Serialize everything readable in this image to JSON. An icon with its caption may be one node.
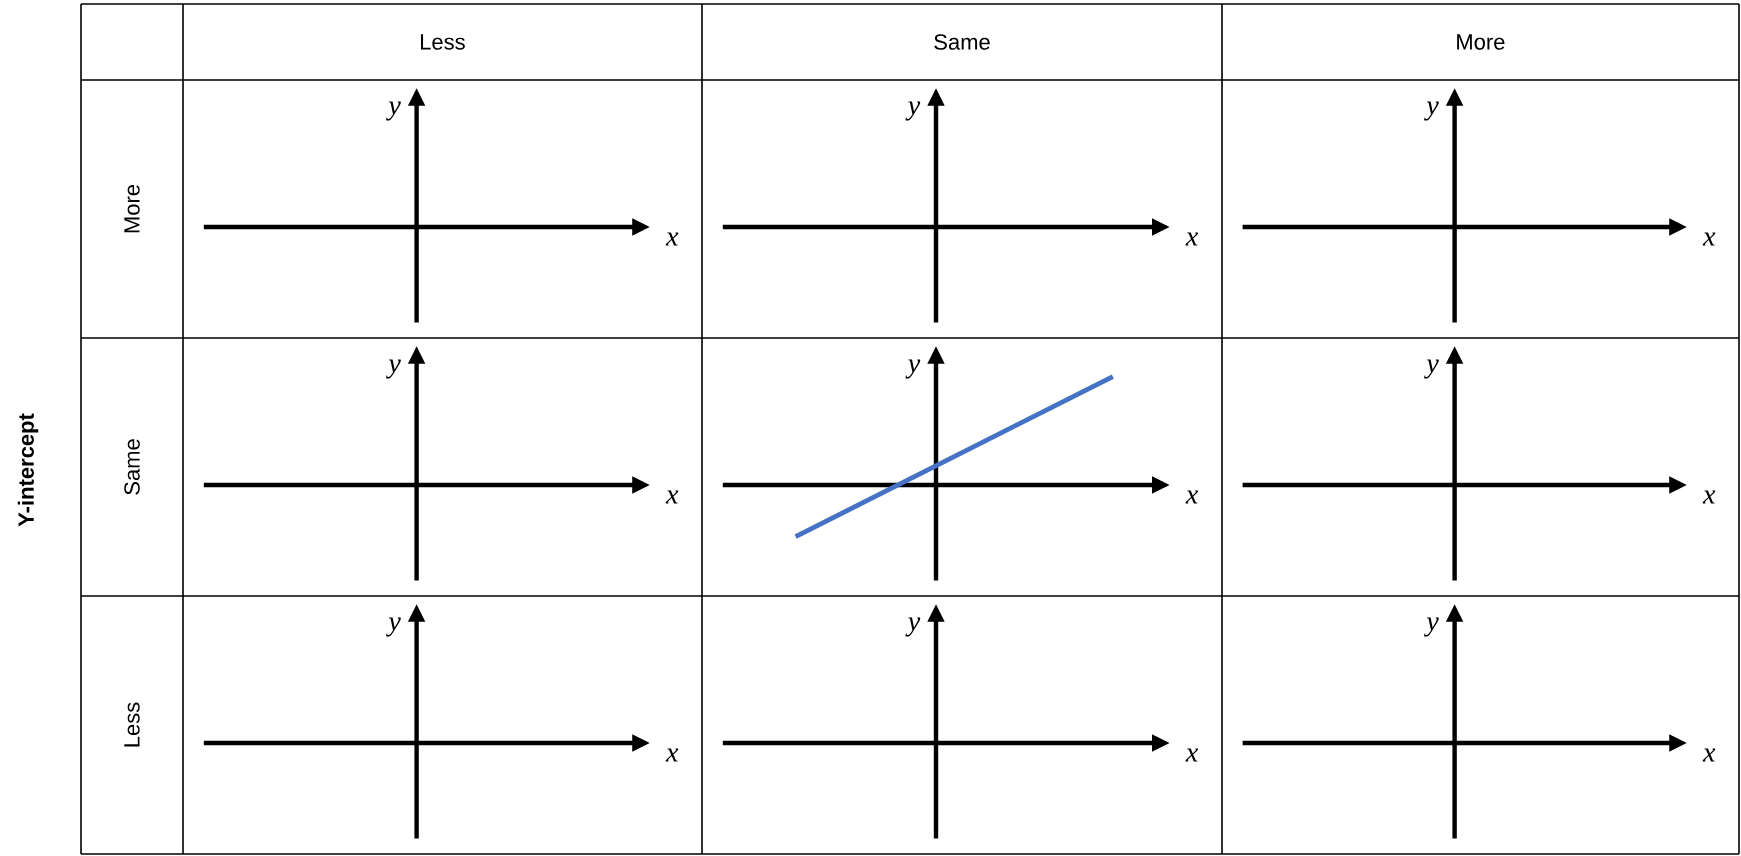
{
  "diagram": {
    "labels": [
      "Less",
      "Same",
      "More",
      "Y-intercept",
      "More",
      "y",
      "x",
      "y",
      "x",
      "y",
      "x",
      "Same",
      "y",
      "x",
      "y",
      "x",
      "y",
      "x",
      "Less",
      "y",
      "x",
      "y",
      "x",
      "y",
      "x"
    ]
  }
}
